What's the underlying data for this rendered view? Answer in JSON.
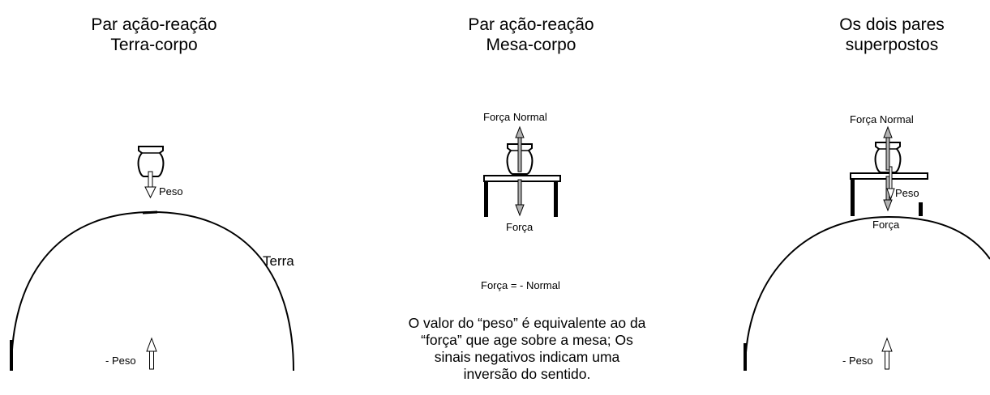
{
  "panels": [
    {
      "title_line1": "Par ação-reação",
      "title_line2": "Terra-corpo"
    },
    {
      "title_line1": "Par ação-reação",
      "title_line2": "Mesa-corpo"
    },
    {
      "title_line1": "Os dois pares",
      "title_line2": "superpostos"
    }
  ],
  "labels": {
    "peso": "Peso",
    "minus_peso": "- Peso",
    "terra": "Terra",
    "forca_normal": "Força Normal",
    "forca": "Força",
    "equation": "Força = - Normal"
  },
  "note": {
    "line1": "O valor do “peso” é equivalente ao da",
    "line2": "“força” que age sobre a mesa; Os",
    "line3": "sinais negativos indicam uma",
    "line4": "inversão do sentido."
  },
  "colors": {
    "arrow_fill": "#b3b3b3",
    "line": "#000000"
  }
}
